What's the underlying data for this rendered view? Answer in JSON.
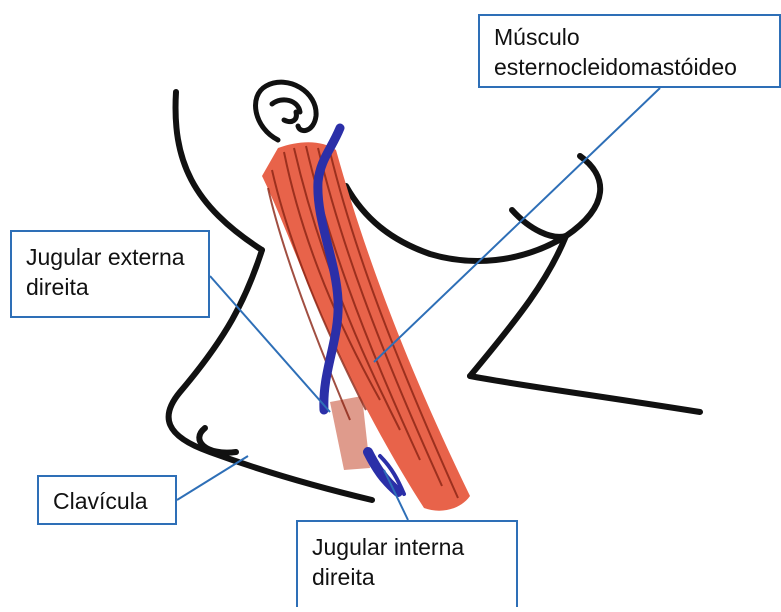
{
  "labels": {
    "musculo": {
      "lines": [
        "Músculo",
        "esternocleidomastóideo"
      ]
    },
    "jugular_externa": {
      "lines": [
        "Jugular externa",
        "direita"
      ]
    },
    "clavicula": {
      "lines": [
        "Clavícula"
      ]
    },
    "jugular_interna": {
      "lines": [
        "Jugular interna",
        "direita"
      ]
    }
  },
  "colors": {
    "outline": "#111111",
    "muscle": "#e8634a",
    "muscle_fiber": "#8a2414",
    "vein": "#2b2fa8",
    "callout": "#2e6fb7",
    "gland": "#d98a78"
  }
}
